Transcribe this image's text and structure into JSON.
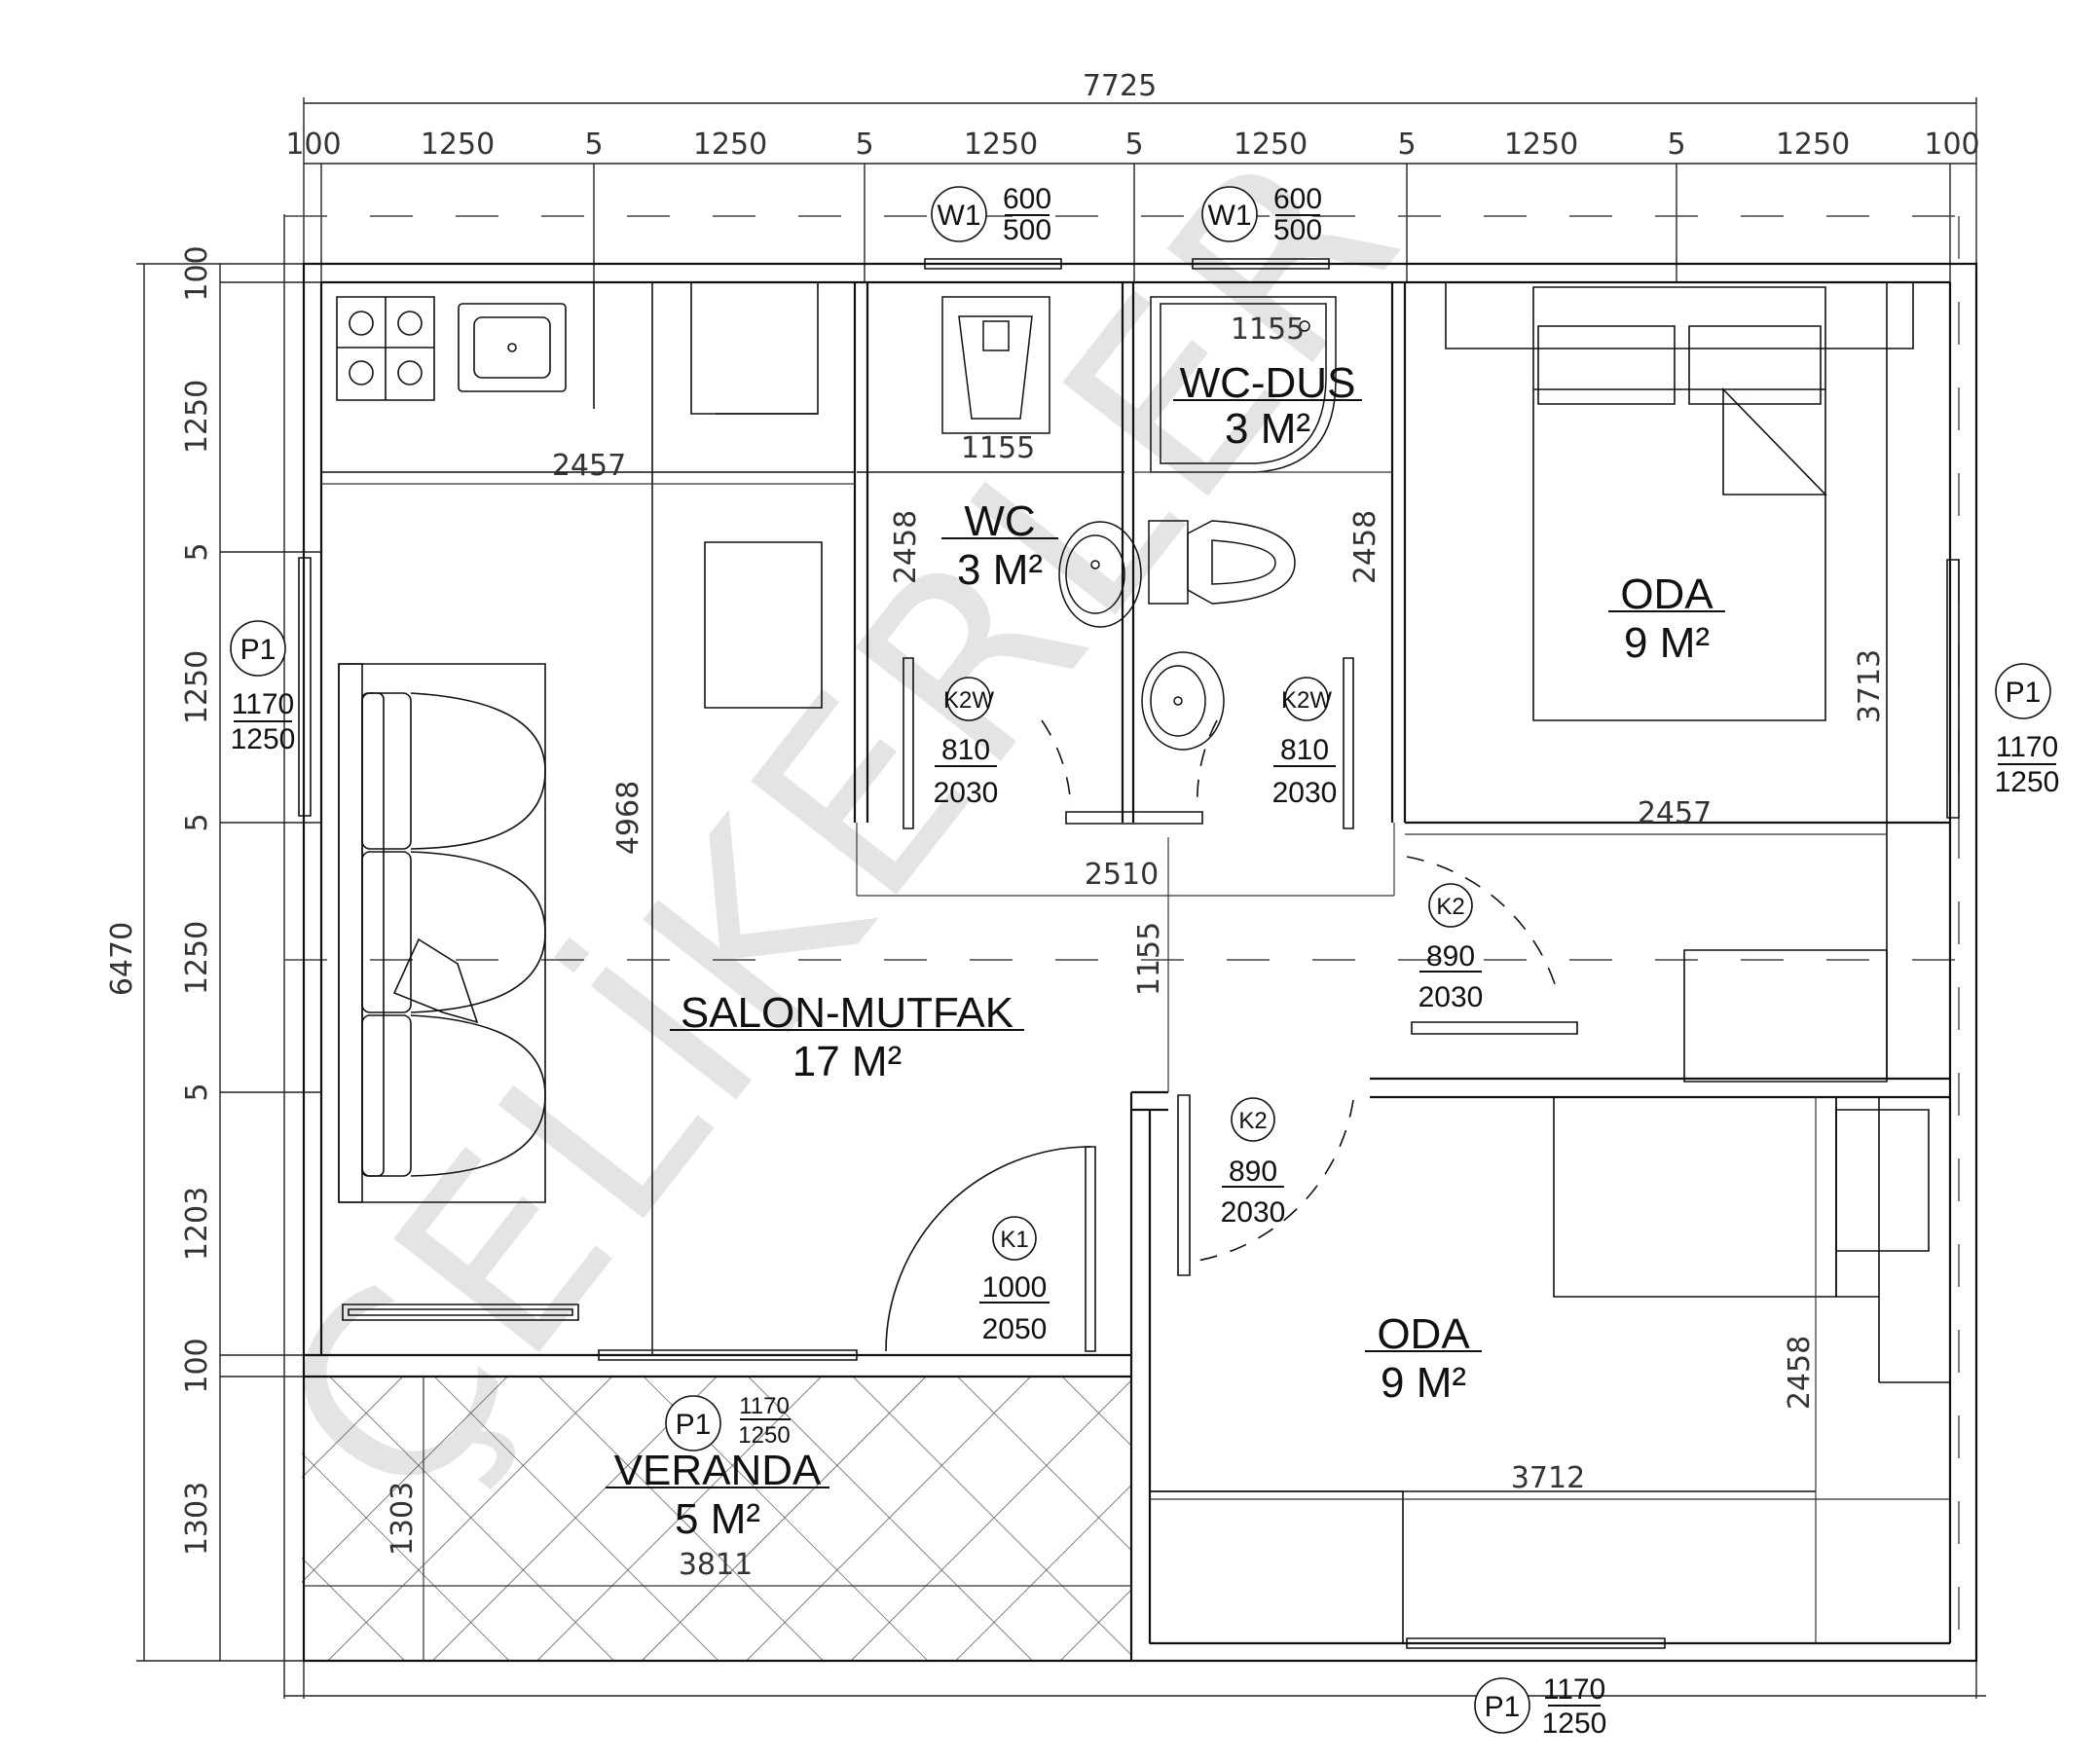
{
  "watermark": "ÇELİKERLER",
  "overall_dims": {
    "width": "7725",
    "height": "6470"
  },
  "top_dims": [
    "100",
    "1250",
    "5",
    "1250",
    "5",
    "1250",
    "5",
    "1250",
    "5",
    "1250",
    "5",
    "1250",
    "100"
  ],
  "left_dims": [
    "100",
    "1250",
    "5",
    "1250",
    "5",
    "1250",
    "5",
    "1203",
    "100",
    "1303"
  ],
  "inner_dims": {
    "kitchen_width": "2457",
    "salon_height": "4968",
    "wc_width": "1155",
    "wcdus_width": "1155",
    "wc_height": "2458",
    "wcdus_height": "2458",
    "bath_block_width": "2510",
    "corridor": "1155",
    "oda1_width": "2457",
    "oda1_height": "3713",
    "oda2_width": "3712",
    "oda2_height": "2458",
    "veranda_width": "3811",
    "veranda_height": "1303"
  },
  "rooms": {
    "wc": {
      "name": "WC",
      "area": "3 M²"
    },
    "wcdus": {
      "name": "WC-DUS",
      "area": "3 M²"
    },
    "oda1": {
      "name": "ODA",
      "area": "9 M²"
    },
    "salon": {
      "name": "SALON-MUTFAK",
      "area": "17 M²"
    },
    "oda2": {
      "name": "ODA",
      "area": "9 M²"
    },
    "veranda": {
      "name": "VERANDA",
      "area": "5 M²"
    }
  },
  "windows": {
    "w1_a": {
      "code": "W1",
      "w": "600",
      "h": "500"
    },
    "w1_b": {
      "code": "W1",
      "w": "600",
      "h": "500"
    },
    "p1_left": {
      "code": "P1",
      "w": "1170",
      "h": "1250"
    },
    "p1_right": {
      "code": "P1",
      "w": "1170",
      "h": "1250"
    },
    "p1_veranda": {
      "code": "P1",
      "w": "1170",
      "h": "1250"
    },
    "p1_bottom": {
      "code": "P1",
      "w": "1170",
      "h": "1250"
    }
  },
  "doors": {
    "k2w_wc": {
      "code": "K2W",
      "w": "810",
      "h": "2030"
    },
    "k2w_dus": {
      "code": "K2W",
      "w": "810",
      "h": "2030"
    },
    "k2_oda1": {
      "code": "K2",
      "w": "890",
      "h": "2030"
    },
    "k2_oda2": {
      "code": "K2",
      "w": "890",
      "h": "2030"
    },
    "k1_entry": {
      "code": "K1",
      "w": "1000",
      "h": "2050"
    }
  }
}
